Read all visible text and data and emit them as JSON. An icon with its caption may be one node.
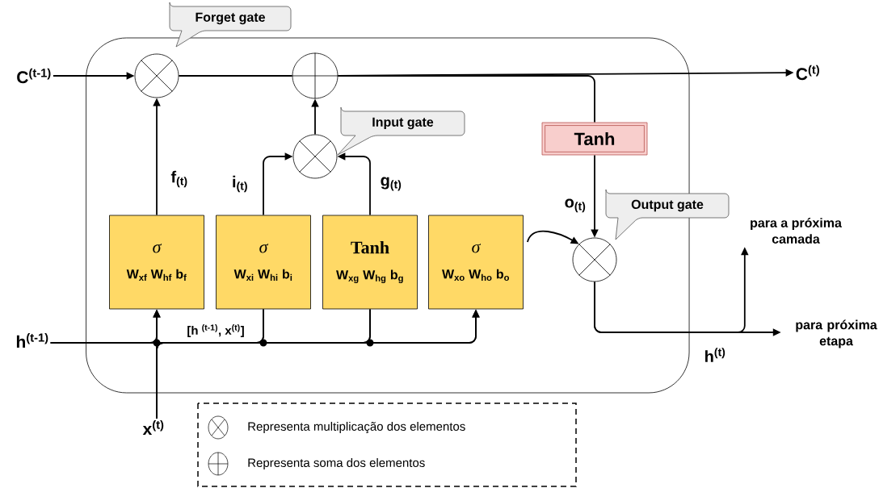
{
  "diagram": {
    "nodes": [
      {
        "text": [],
        "shape": "box"
      },
      {
        "text": [],
        "shape": "circle",
        "in": 0
      },
      {
        "text": [],
        "shape": "circle",
        "in": 0
      },
      {
        "text": [],
        "shape": "circle",
        "in": 0
      },
      {
        "text": [
          "Tanh"
        ],
        "in": 0
      },
      {
        "text": [],
        "shape": "circle",
        "in": 0
      },
      {
        "text": [
          "σ",
          "W$_{xf}$ W$_{hf}$ b$_{f}$"
        ],
        "in": 0
      },
      {
        "text": [
          "σ",
          "W$_{xi}$ W$_{hi}$ b$_{i}$"
        ],
        "in": 0
      },
      {
        "text": [
          "Tanh",
          "W$_{xg}$ W$_{hg}$ b$_{g}$"
        ],
        "in": 0
      },
      {
        "text": [
          "σ",
          "W$_{xo}$ W$_{ho}$ b$_{o}$"
        ],
        "in": 0
      },
      {
        "text": [
          "C$^{(t-1)}$"
        ]
      },
      {
        "text": [
          "C$^{(t)}$"
        ]
      },
      {
        "text": [
          "h$^{(t-1)}$"
        ]
      },
      {
        "text": [
          "x$^{(t)}$"
        ]
      },
      {
        "text": [
          "para próxima etapa"
        ]
      },
      {
        "text": [
          "para a próxima camada"
        ]
      },
      {
        "text": [
          "Forget gate"
        ]
      },
      {
        "text": [
          "Input gate"
        ],
        "in": 0
      },
      {
        "text": [
          "Output gate"
        ]
      }
    ],
    "edges": [
      {
        "from": 10,
        "to": 1,
        "arrow": "to"
      },
      {
        "from": 1,
        "to": 2,
        "arrow": "none"
      },
      {
        "from": 2,
        "to": 11,
        "arrow": "to"
      },
      {
        "from": 2,
        "to": 4,
        "arrow": "none"
      },
      {
        "from": 4,
        "to": 5,
        "arrow": "to"
      },
      {
        "from": 6,
        "to": 1,
        "arrow": "to",
        "label": "f$_{(t)}$"
      },
      {
        "from": 7,
        "to": 3,
        "arrow": "to",
        "label": "i$_{(t)}$"
      },
      {
        "from": 8,
        "to": 3,
        "arrow": "to",
        "label": "g$_{(t)}$"
      },
      {
        "from": 3,
        "to": 2,
        "arrow": "to"
      },
      {
        "from": 9,
        "to": 5,
        "arrow": "to",
        "label": "o$_{(t)}$"
      },
      {
        "from": 5,
        "to": 14,
        "arrow": "to",
        "label": "h$^{(t)}$"
      },
      {
        "from": 5,
        "to": 15,
        "arrow": "to"
      },
      {
        "from": 12,
        "to": 6,
        "arrow": "to"
      },
      {
        "from": 12,
        "to": 7,
        "arrow": "none"
      },
      {
        "from": 12,
        "to": 8,
        "arrow": "none"
      },
      {
        "from": 12,
        "to": 9,
        "arrow": "to"
      },
      {
        "from": 13,
        "to": 6,
        "arrow": "to"
      },
      {
        "from": 13,
        "to": 7,
        "arrow": "none"
      },
      {
        "from": 13,
        "to": 8,
        "arrow": "none"
      },
      {
        "from": 13,
        "to": 9,
        "arrow": "to"
      }
    ],
    "labels": [
      "[h $^{(t-1)}$, x$^{(t)}$]"
    ],
    "legend": [
      {
        "text": "Representa multiplicação dos elementos"
      },
      {
        "text": "Representa soma dos elementos"
      }
    ]
  }
}
